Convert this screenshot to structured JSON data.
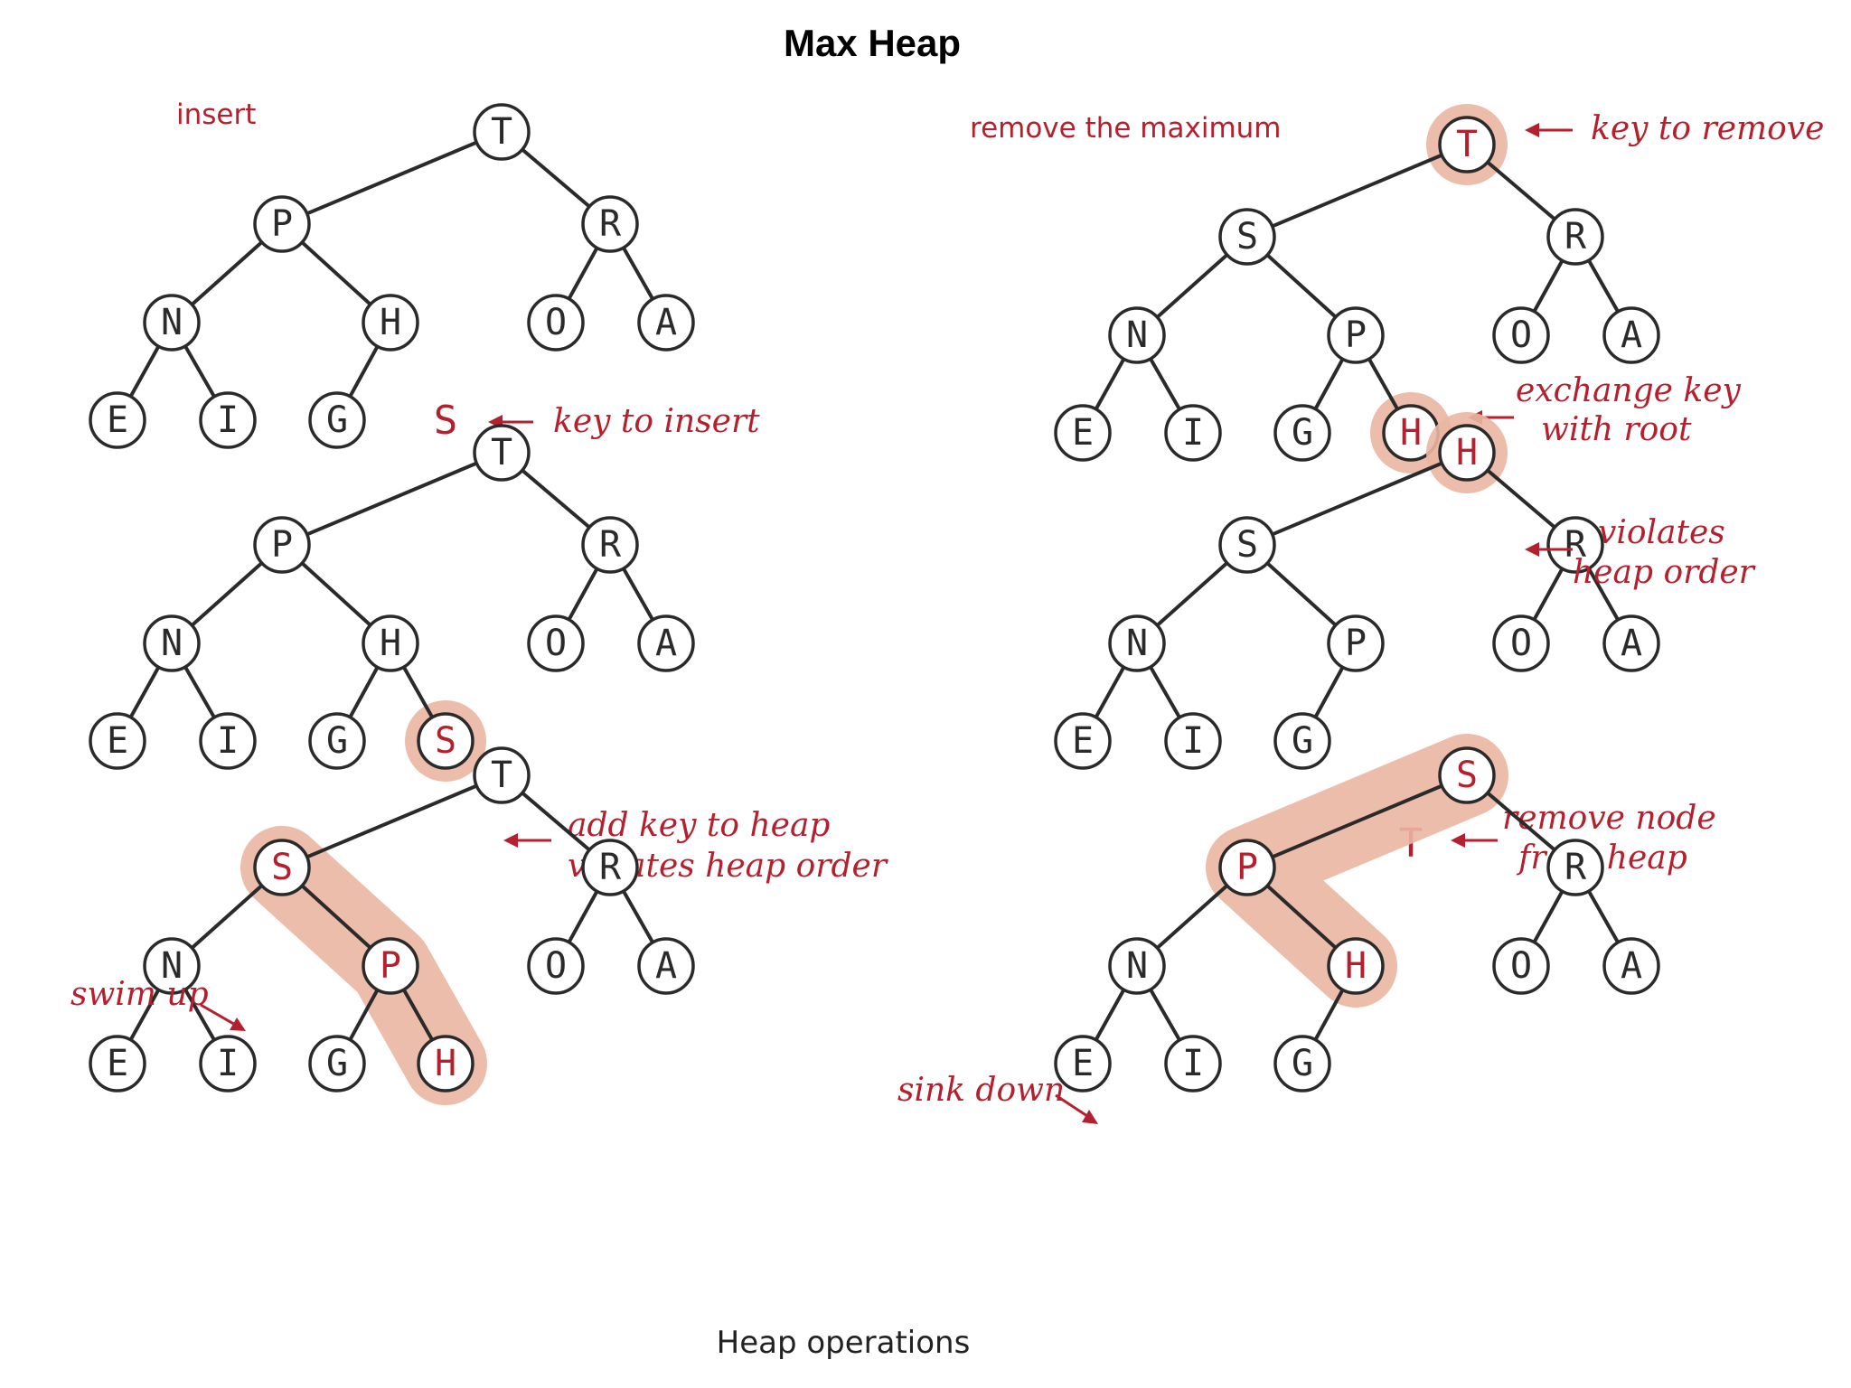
{
  "title": "Max Heap",
  "caption": "Heap operations",
  "panels": {
    "insert1": {
      "label": "insert",
      "nodes": [
        "T",
        "P",
        "R",
        "N",
        "H",
        "O",
        "A",
        "E",
        "I",
        "G"
      ],
      "loose_key": "S",
      "annotation": "key to insert"
    },
    "insert2": {
      "nodes": [
        "T",
        "P",
        "R",
        "N",
        "H",
        "O",
        "A",
        "E",
        "I",
        "G",
        "S"
      ],
      "annotation_line1": "add key to heap",
      "annotation_line2": "violates heap order"
    },
    "insert3": {
      "nodes": [
        "T",
        "S",
        "R",
        "N",
        "P",
        "O",
        "A",
        "E",
        "I",
        "G",
        "H"
      ],
      "annotation": "swim up"
    },
    "remove1": {
      "label": "remove the maximum",
      "nodes": [
        "T",
        "S",
        "R",
        "N",
        "P",
        "O",
        "A",
        "E",
        "I",
        "G",
        "H"
      ],
      "annotation_root": "key to remove",
      "annotation_line1": "exchange key",
      "annotation_line2": "with root"
    },
    "remove2": {
      "nodes": [
        "H",
        "S",
        "R",
        "N",
        "P",
        "O",
        "A",
        "E",
        "I",
        "G"
      ],
      "annotation_line1": "violates",
      "annotation_line2": "heap order",
      "loose_key": "T",
      "annotation2_line1": "remove node",
      "annotation2_line2": "from heap"
    },
    "remove3": {
      "nodes": [
        "S",
        "P",
        "R",
        "N",
        "H",
        "O",
        "A",
        "E",
        "I",
        "G"
      ],
      "annotation": "sink down"
    }
  },
  "colors": {
    "accent": "#b5202e",
    "highlight": "#eab6a2",
    "line": "#2a2a2a"
  }
}
